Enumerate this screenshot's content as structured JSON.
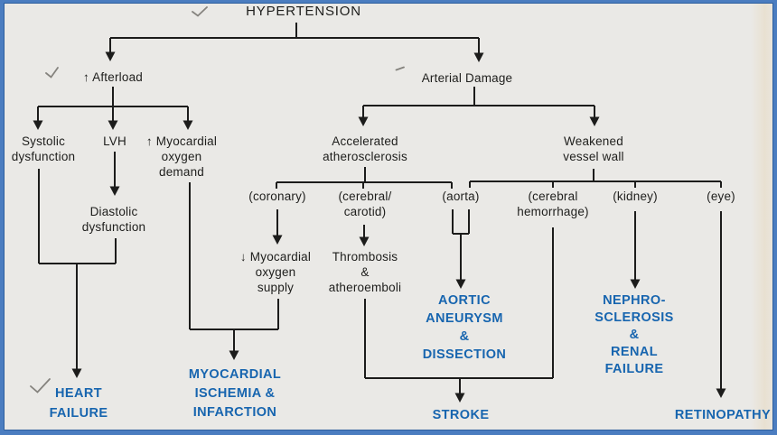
{
  "diagram": {
    "title": "HYPERTENSION",
    "nodes": {
      "hypertension": "HYPERTENSION",
      "afterload": "↑ Afterload",
      "arterial_damage": "Arterial Damage",
      "systolic_dysfunction": "Systolic\ndysfunction",
      "lvh": "LVH",
      "myocardial_oxygen_demand": "↑ Myocardial\noxygen\ndemand",
      "diastolic_dysfunction": "Diastolic\ndysfunction",
      "accelerated_atherosclerosis": "Accelerated\natherosclerosis",
      "weakened_vessel_wall": "Weakened\nvessel wall",
      "coronary": "(coronary)",
      "cerebral_carotid": "(cerebral/\ncarotid)",
      "aorta": "(aorta)",
      "cerebral_hemorrhage": "(cerebral\nhemorrhage)",
      "kidney": "(kidney)",
      "eye": "(eye)",
      "myocardial_oxygen_supply": "↓ Myocardial\noxygen\nsupply",
      "thrombosis_atheroemboli": "Thrombosis\n&\natheroemboli",
      "heart_failure": "HEART\nFAILURE",
      "myocardial_ischemia_infarction": "MYOCARDIAL\nISCHEMIA &\nINFARCTION",
      "aortic_aneurysm_dissection": "AORTIC\nANEURYSM\n&\nDISSECTION",
      "stroke": "STROKE",
      "nephrosclerosis_renal_failure": "NEPHRO-\nSCLEROSIS\n&\nRENAL\nFAILURE",
      "retinopathy": "RETINOPATHY"
    },
    "edges": [
      [
        "hypertension",
        "afterload"
      ],
      [
        "hypertension",
        "arterial_damage"
      ],
      [
        "afterload",
        "systolic_dysfunction"
      ],
      [
        "afterload",
        "lvh"
      ],
      [
        "afterload",
        "myocardial_oxygen_demand"
      ],
      [
        "lvh",
        "diastolic_dysfunction"
      ],
      [
        "systolic_dysfunction",
        "heart_failure"
      ],
      [
        "diastolic_dysfunction",
        "heart_failure"
      ],
      [
        "myocardial_oxygen_demand",
        "myocardial_ischemia_infarction"
      ],
      [
        "myocardial_oxygen_supply",
        "myocardial_ischemia_infarction"
      ],
      [
        "arterial_damage",
        "accelerated_atherosclerosis"
      ],
      [
        "arterial_damage",
        "weakened_vessel_wall"
      ],
      [
        "accelerated_atherosclerosis",
        "coronary"
      ],
      [
        "accelerated_atherosclerosis",
        "cerebral_carotid"
      ],
      [
        "accelerated_atherosclerosis",
        "aorta"
      ],
      [
        "weakened_vessel_wall",
        "aorta"
      ],
      [
        "weakened_vessel_wall",
        "cerebral_hemorrhage"
      ],
      [
        "weakened_vessel_wall",
        "kidney"
      ],
      [
        "weakened_vessel_wall",
        "eye"
      ],
      [
        "coronary",
        "myocardial_oxygen_supply"
      ],
      [
        "cerebral_carotid",
        "thrombosis_atheroemboli"
      ],
      [
        "aorta",
        "aortic_aneurysm_dissection"
      ],
      [
        "thrombosis_atheroemboli",
        "stroke"
      ],
      [
        "cerebral_hemorrhage",
        "stroke"
      ],
      [
        "kidney",
        "nephrosclerosis_renal_failure"
      ],
      [
        "eye",
        "retinopathy"
      ]
    ],
    "outcome_node_ids": [
      "heart_failure",
      "myocardial_ischemia_infarction",
      "aortic_aneurysm_dissection",
      "stroke",
      "nephrosclerosis_renal_failure",
      "retinopathy"
    ]
  },
  "annotations": {
    "handwritten_checkmarks": 3,
    "handwritten_pen_marks": 1
  },
  "colors": {
    "paper_background": "#eae9e6",
    "frame_blue": "#4b7dc0",
    "line_black": "#1c1c1b",
    "outcome_blue": "#1765af",
    "pen_gray": "#85837e"
  }
}
